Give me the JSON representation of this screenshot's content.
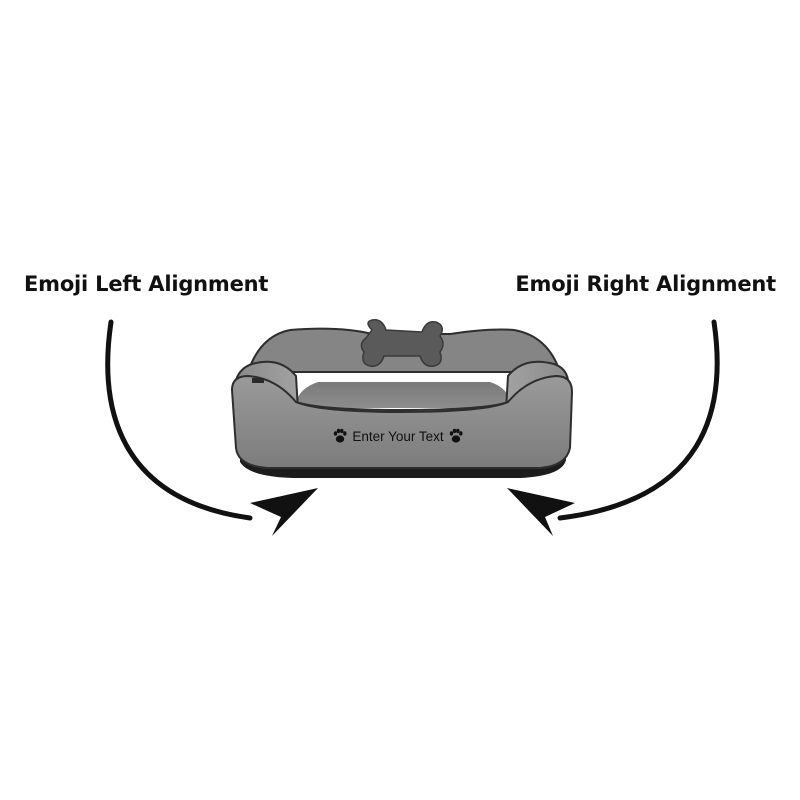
{
  "labels": {
    "left": "Emoji Left Alignment",
    "right": "Emoji Right Alignment"
  },
  "bed": {
    "text": "Enter Your Text",
    "left_emoji": "paw-print",
    "right_emoji": "paw-print"
  },
  "colors": {
    "bed_gray": "#8e8e8e",
    "bed_trim": "#2e2e2e",
    "arrow": "#111111",
    "text": "#111111"
  }
}
